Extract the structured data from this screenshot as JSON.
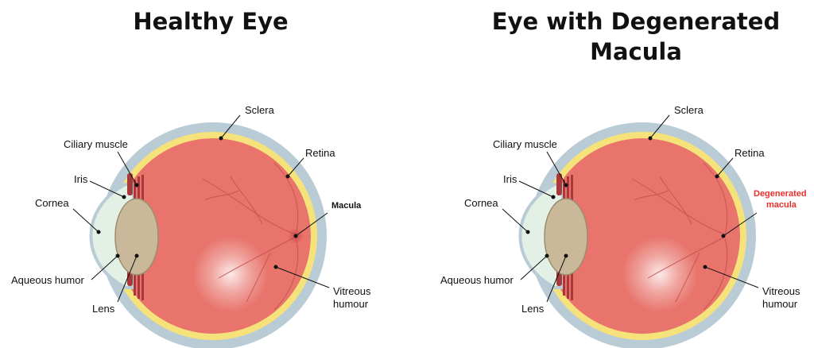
{
  "titles": {
    "left": "Healthy Eye",
    "right_line1": "Eye with Degenerated",
    "right_line2": "Macula"
  },
  "labels": {
    "sclera": "Sclera",
    "retina": "Retina",
    "ciliary_muscle": "Ciliary muscle",
    "iris": "Iris",
    "cornea": "Cornea",
    "aqueous_humor": "Aqueous humor",
    "lens": "Lens",
    "macula": "Macula",
    "vitreous_line1": "Vitreous",
    "vitreous_line2": "humour",
    "degenerated_line1": "Degenerated",
    "degenerated_line2": "macula"
  },
  "colors": {
    "sclera": "#b9ccd6",
    "retina": "#f6e27a",
    "vitreous": "#e8746c",
    "lens": "#c9b99a",
    "cornea": "#e3f0e6",
    "muscle": "#a8383a",
    "highlight_text": "#e8302a"
  }
}
